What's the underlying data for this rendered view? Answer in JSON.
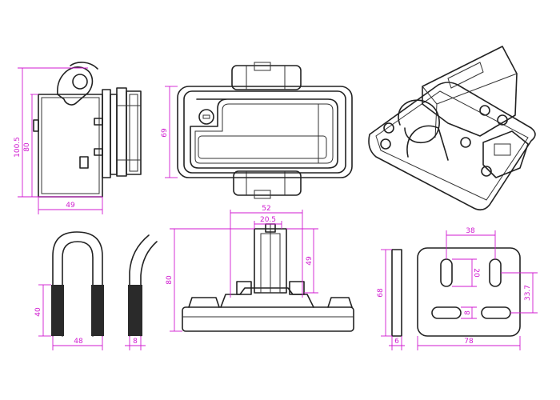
{
  "colors": {
    "dimension": "#d01ad0",
    "outline": "#222222",
    "background": "#ffffff"
  },
  "dimensions": {
    "side_height_total": "100.5",
    "side_height_body": "80",
    "side_width": "49",
    "front_height": "69",
    "bolt_thread": "40",
    "bolt_width": "48",
    "bolt_rod": "8",
    "section_width": "52",
    "section_inner": "20.5",
    "section_post": "49",
    "section_height": "80",
    "plate_height": "68",
    "plate_thick": "6",
    "plate_width": "78",
    "plate_slot_span": "38",
    "plate_slot_len": "20",
    "plate_slot_gap": "33.7",
    "plate_slot_w": "8"
  }
}
